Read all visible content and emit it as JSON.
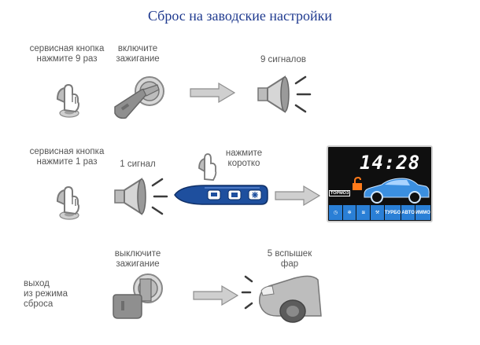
{
  "title": "Сброс на заводские настройки",
  "row1": {
    "service_button": [
      "сервисная кнопка",
      "нажмите 9 раз"
    ],
    "ignition_on": [
      "включите",
      "зажигание"
    ],
    "signals": [
      "9 сигналов"
    ]
  },
  "row2": {
    "service_button": [
      "сервисная кнопка",
      "нажмите 1 раз"
    ],
    "signal": [
      "1 сигнал"
    ],
    "press_short": [
      "нажмите",
      "коротко"
    ],
    "lcd": {
      "time": "14:28",
      "brake_label": "ТОРМОЗ",
      "bar_cells": [
        "",
        "",
        "",
        "",
        "ТУРБО",
        "АВТО",
        "ИММО"
      ]
    }
  },
  "row3": {
    "exit": [
      "выход",
      "из режима",
      "сброса"
    ],
    "ignition_off": [
      "выключите",
      "зажигание"
    ],
    "headlights": [
      "5 вспышек",
      "фар"
    ]
  },
  "icons": [
    "finger-press-icon",
    "ignition-key-icon",
    "arrow-right-icon",
    "horn-icon",
    "remote-fob-icon",
    "car-headlight-icon",
    "padlock-icon",
    "car-icon"
  ],
  "colors": {
    "title": "#1f3a8f",
    "icon_gray": "#9a9a9a",
    "fob_blue": "#1e4f9e",
    "lcd_blue": "#2a7fd6",
    "car_blue": "#3b8fe0"
  }
}
